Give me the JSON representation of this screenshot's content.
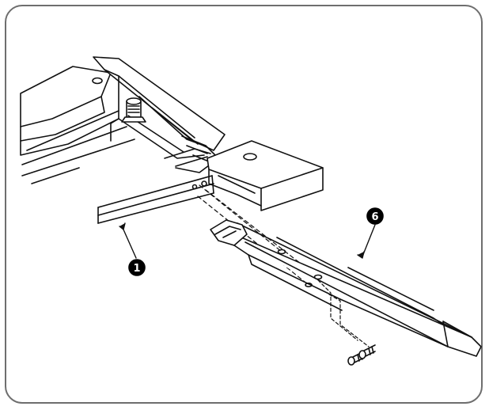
{
  "callouts": [
    {
      "id": "part-1",
      "label": "1"
    },
    {
      "id": "part-6",
      "label": "6"
    }
  ],
  "colors": {
    "frame": "#6e6e6e",
    "ink": "#111111",
    "paper": "#ffffff",
    "callout_fill": "#000000",
    "callout_text": "#ffffff"
  }
}
